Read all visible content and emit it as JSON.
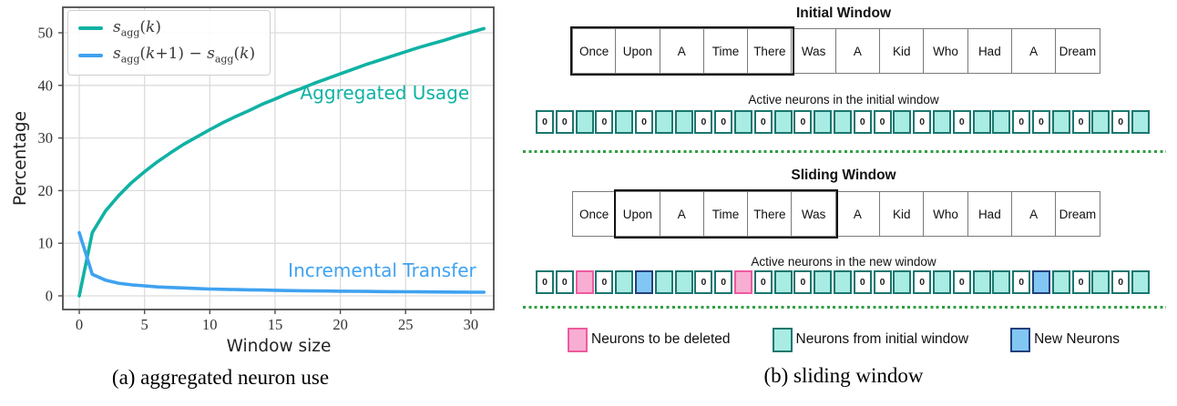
{
  "figure": {
    "caption_a": "(a) aggregated neuron use",
    "caption_b": "(b) sliding window"
  },
  "chart_data": {
    "type": "line",
    "title": "",
    "xlabel": "Window size",
    "ylabel": "Percentage",
    "xlim": [
      -1.5,
      32.5
    ],
    "ylim": [
      -2.5,
      53
    ],
    "xticks": [
      0,
      5,
      10,
      15,
      20,
      25,
      30
    ],
    "yticks": [
      0,
      10,
      20,
      30,
      40,
      50
    ],
    "grid": true,
    "legend_position": "upper left",
    "x": [
      0,
      1,
      2,
      3,
      4,
      5,
      6,
      7,
      8,
      9,
      10,
      11,
      12,
      13,
      14,
      15,
      16,
      17,
      18,
      19,
      20,
      21,
      22,
      23,
      24,
      25,
      26,
      27,
      28,
      29,
      30,
      31
    ],
    "series": [
      {
        "name": "s_agg(k)",
        "color": "#10b2a4",
        "values": [
          0,
          12.0,
          16.1,
          19.0,
          21.5,
          23.6,
          25.5,
          27.2,
          28.8,
          30.2,
          31.6,
          32.9,
          34.1,
          35.2,
          36.4,
          37.4,
          38.5,
          39.4,
          40.4,
          41.3,
          42.2,
          43.1,
          44.0,
          44.8,
          45.6,
          46.4,
          47.2,
          47.9,
          48.6,
          49.4,
          50.1,
          50.8
        ],
        "annotation": {
          "text": "Aggregated Usage",
          "x": 23.4,
          "y": 38.6
        }
      },
      {
        "name": "s_agg(k+1) − s_agg(k)",
        "color": "#3fa2f0",
        "values": [
          12.0,
          4.1,
          3.0,
          2.4,
          2.1,
          1.9,
          1.7,
          1.6,
          1.5,
          1.4,
          1.3,
          1.25,
          1.2,
          1.15,
          1.1,
          1.05,
          1.0,
          0.97,
          0.94,
          0.91,
          0.88,
          0.86,
          0.84,
          0.82,
          0.8,
          0.78,
          0.76,
          0.74,
          0.73,
          0.71,
          0.7,
          0.69
        ],
        "annotation": {
          "text": "Incremental Transfer",
          "x": 23.2,
          "y": 4.9
        }
      }
    ]
  },
  "panel_b": {
    "zero_label": "0",
    "sections": [
      {
        "title": "Initial Window",
        "words": [
          "Once",
          "Upon",
          "A",
          "Time",
          "There",
          "Was",
          "A",
          "Kid",
          "Who",
          "Had",
          "A",
          "Dream"
        ],
        "window_start": 0,
        "window_end": 4,
        "neurons_caption": "Active neurons in the initial window",
        "neurons": [
          "z",
          "z",
          "t",
          "z",
          "t",
          "z",
          "t",
          "t",
          "z",
          "z",
          "t",
          "z",
          "t",
          "z",
          "t",
          "t",
          "z",
          "z",
          "t",
          "z",
          "t",
          "z",
          "t",
          "t",
          "z",
          "z",
          "t",
          "z",
          "t",
          "z",
          "t"
        ]
      },
      {
        "title": "Sliding Window",
        "words": [
          "Once",
          "Upon",
          "A",
          "Time",
          "There",
          "Was",
          "A",
          "Kid",
          "Who",
          "Had",
          "A",
          "Dream"
        ],
        "window_start": 1,
        "window_end": 5,
        "neurons_caption": "Active neurons in the new window",
        "neurons": [
          "z",
          "z",
          "p",
          "z",
          "t",
          "b",
          "t",
          "t",
          "z",
          "z",
          "p",
          "z",
          "t",
          "z",
          "t",
          "t",
          "z",
          "z",
          "t",
          "z",
          "t",
          "z",
          "t",
          "t",
          "z",
          "b",
          "t",
          "z",
          "t",
          "z",
          "t"
        ]
      }
    ],
    "legend": [
      {
        "type": "deleted",
        "label": "Neurons to be deleted"
      },
      {
        "type": "initial",
        "label": "Neurons from initial window"
      },
      {
        "type": "new",
        "label": "New Neurons"
      }
    ]
  },
  "colors": {
    "teal_line": "#10b2a4",
    "blue_line": "#3fa2f0",
    "neuron_initial_fill": "#a8ece3",
    "neuron_initial_border": "#1a776f",
    "neuron_deleted_fill": "#f8aed2",
    "neuron_deleted_border": "#ee5a9f",
    "neuron_new_fill": "#82c7f4",
    "neuron_new_border": "#23407c",
    "divider_green": "#2f9e41"
  }
}
